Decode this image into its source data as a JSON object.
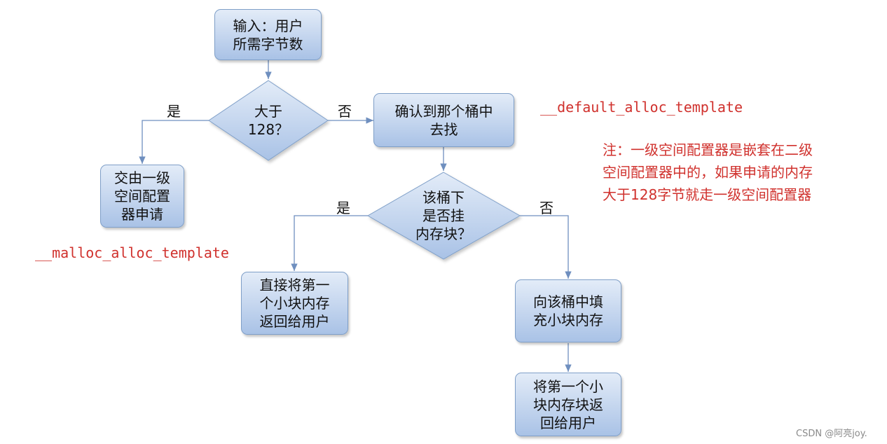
{
  "nodes": {
    "start": "输入：用户\n所需字节数",
    "decision_size": "大于\n128？",
    "first_level": "交由一级\n空间配置\n器申请",
    "find_bucket": "确认到那个桶中\n去找",
    "decision_bucket": "该桶下\n是否挂\n内存块？",
    "return_first": "直接将第一\n个小块内存\n返回给用户",
    "fill_bucket": "向该桶中填\n充小块内存",
    "return_after_fill": "将第一个小\n块内存块返\n回给用户"
  },
  "edge_labels": {
    "size_yes": "是",
    "size_no": "否",
    "bucket_yes": "是",
    "bucket_no": "否"
  },
  "annotations": {
    "default_alloc": "__default_alloc_template",
    "malloc_alloc": "__malloc_alloc_template",
    "note": "注：一级空间配置器是嵌套在二级\n空间配置器中的，如果申请的内存\n大于128字节就走一级空间配置器"
  },
  "watermark": "CSDN @阿亮joy.",
  "colors": {
    "box_fill_top": "#e3ecf8",
    "box_fill_bottom": "#a9c2e6",
    "box_border": "#7f9fc8",
    "arrow": "#6f8fbf",
    "annotation_red": "#d0312d"
  }
}
